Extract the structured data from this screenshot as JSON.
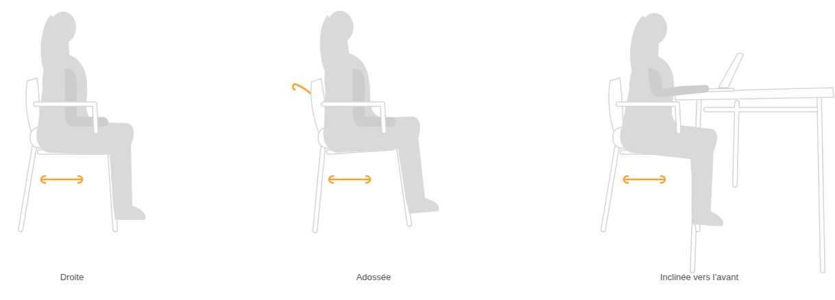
{
  "diagram": {
    "labels": [
      "Droite",
      "Adossée",
      "Inclinée vers l’avant"
    ]
  }
}
